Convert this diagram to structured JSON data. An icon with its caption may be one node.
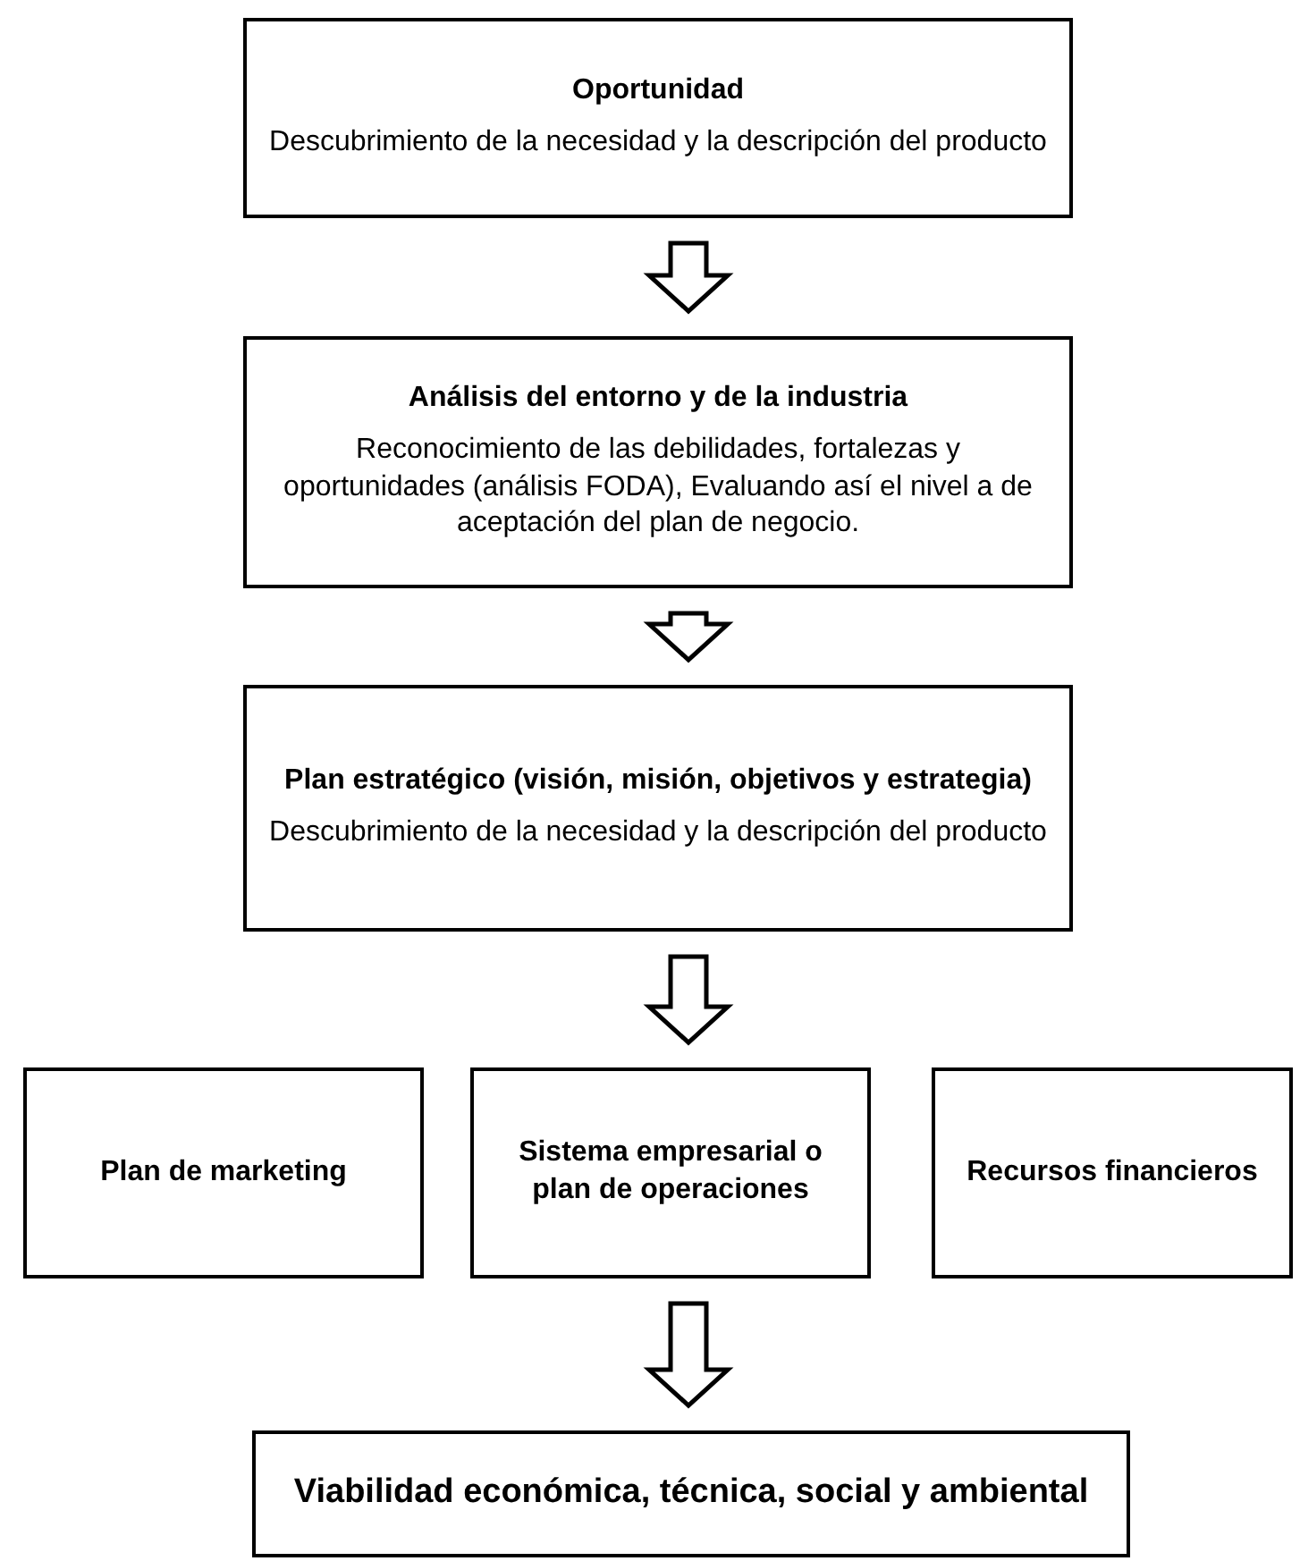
{
  "diagram": {
    "nodes": [
      {
        "text": [
          "Oportunidad",
          "Descubrimiento de la necesidad y la descripción del producto"
        ]
      },
      {
        "text": [
          "Análisis del entorno y de la industria",
          "Reconocimiento de las debilidades, fortalezas y oportunidades (análisis FODA), Evaluando así el nivel a de aceptación del plan de negocio."
        ]
      },
      {
        "text": [
          "Plan estratégico (visión, misión, objetivos y estrategia)",
          "Descubrimiento de la necesidad y la descripción del producto"
        ]
      },
      {
        "text": [
          "Plan de marketing"
        ]
      },
      {
        "text": [
          "Sistema empresarial o plan de operaciones"
        ]
      },
      {
        "text": [
          "Recursos financieros"
        ]
      },
      {
        "text": [
          "Viabilidad económica, técnica, social y ambiental"
        ]
      }
    ],
    "edges": [
      {
        "from": 0,
        "to": 1,
        "arrow": "to"
      },
      {
        "from": 1,
        "to": 2,
        "arrow": "to"
      },
      {
        "from": 2,
        "to": 4,
        "arrow": "to"
      },
      {
        "from": 4,
        "to": 6,
        "arrow": "to"
      }
    ]
  }
}
